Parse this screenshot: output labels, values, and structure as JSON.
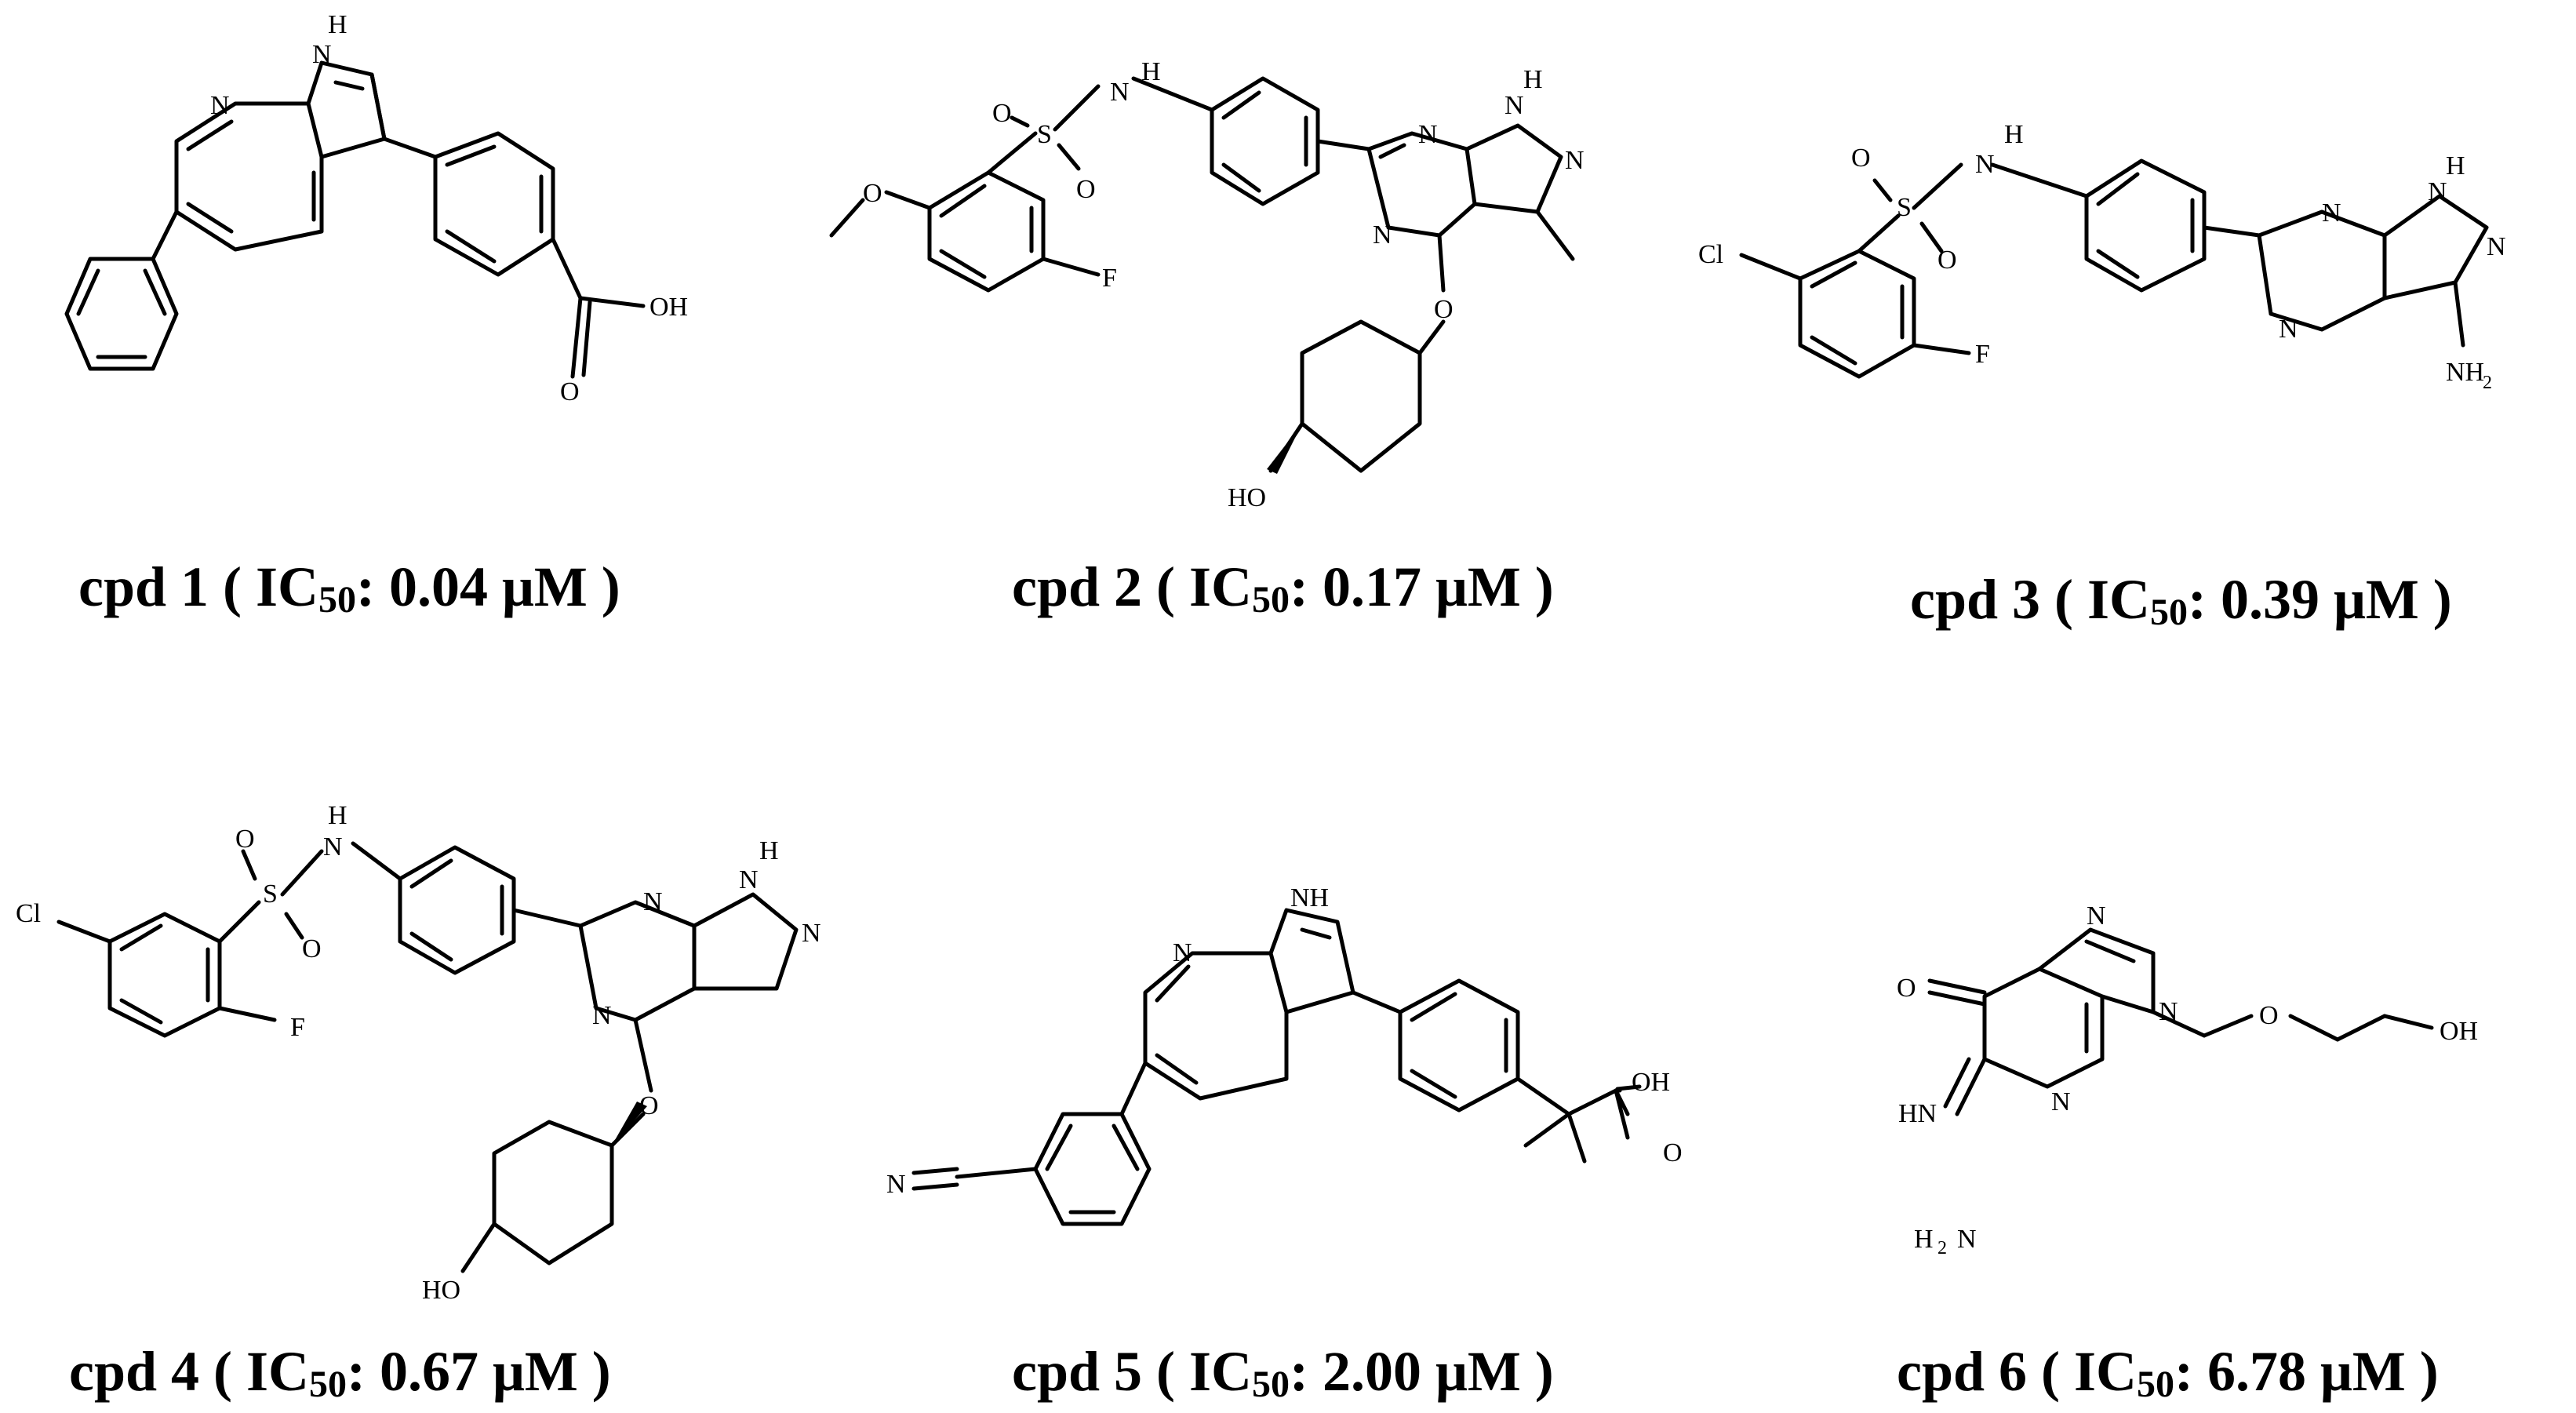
{
  "compounds": [
    {
      "id": "cpd1",
      "caption": {
        "prefix": "cpd 1 ( IC",
        "sub": "50",
        "suffix": ": 0.04 μM )"
      },
      "atoms": [
        {
          "label": "H"
        },
        {
          "label": "N"
        },
        {
          "label": "N"
        },
        {
          "label": "OH"
        },
        {
          "label": "O"
        }
      ]
    },
    {
      "id": "cpd2",
      "caption": {
        "prefix": "cpd 2 ( IC",
        "sub": "50",
        "suffix": ": 0.17 μM )"
      },
      "atoms": [
        {
          "label": "H"
        },
        {
          "label": "N"
        },
        {
          "label": "S"
        },
        {
          "label": "O"
        },
        {
          "label": "O"
        },
        {
          "label": "O"
        },
        {
          "label": "F"
        },
        {
          "label": "N"
        },
        {
          "label": "N"
        },
        {
          "label": "H"
        },
        {
          "label": "N"
        },
        {
          "label": "N"
        },
        {
          "label": "O"
        },
        {
          "label": "HO"
        }
      ]
    },
    {
      "id": "cpd3",
      "caption": {
        "prefix": "cpd 3 ( IC",
        "sub": "50",
        "suffix": ": 0.39 μM )"
      },
      "atoms": [
        {
          "label": "H"
        },
        {
          "label": "N"
        },
        {
          "label": "S"
        },
        {
          "label": "O"
        },
        {
          "label": "O"
        },
        {
          "label": "Cl"
        },
        {
          "label": "F"
        },
        {
          "label": "N"
        },
        {
          "label": "N"
        },
        {
          "label": "H"
        },
        {
          "label": "N"
        },
        {
          "label": "N"
        },
        {
          "label": "NH"
        },
        {
          "label": "2"
        }
      ]
    },
    {
      "id": "cpd4",
      "caption": {
        "prefix": "cpd 4 ( IC",
        "sub": "50",
        "suffix": ": 0.67 μM )"
      },
      "atoms": [
        {
          "label": "H"
        },
        {
          "label": "N"
        },
        {
          "label": "S"
        },
        {
          "label": "O"
        },
        {
          "label": "O"
        },
        {
          "label": "Cl"
        },
        {
          "label": "F"
        },
        {
          "label": "N"
        },
        {
          "label": "N"
        },
        {
          "label": "H"
        },
        {
          "label": "N"
        },
        {
          "label": "N"
        },
        {
          "label": "O"
        },
        {
          "label": "HO"
        }
      ]
    },
    {
      "id": "cpd5",
      "caption": {
        "prefix": "cpd 5 ( IC",
        "sub": "50",
        "suffix": ": 2.00 μM )"
      },
      "atoms": [
        {
          "label": "NH"
        },
        {
          "label": "N"
        },
        {
          "label": "N"
        },
        {
          "label": "OH"
        },
        {
          "label": "O"
        }
      ]
    },
    {
      "id": "cpd6",
      "caption": {
        "prefix": "cpd 6 ( IC",
        "sub": "50",
        "suffix": ": 6.78 μM )"
      },
      "atoms": [
        {
          "label": "N"
        },
        {
          "label": "O"
        },
        {
          "label": "N"
        },
        {
          "label": "HN"
        },
        {
          "label": "N"
        },
        {
          "label": "O"
        },
        {
          "label": "OH"
        },
        {
          "label": "H"
        },
        {
          "label": "2"
        },
        {
          "label": "N"
        }
      ]
    }
  ]
}
